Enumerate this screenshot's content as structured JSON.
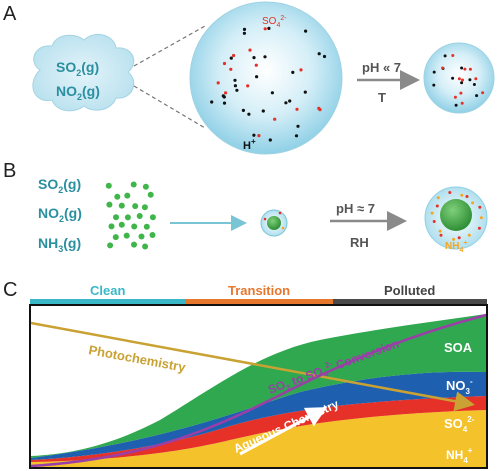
{
  "panel_a": {
    "label": "A",
    "gas_1_main": "SO",
    "gas_1_sub": "2",
    "gas_1_tail": "(g)",
    "gas_2_main": "NO",
    "gas_2_sub": "2",
    "gas_2_tail": "(g)",
    "sulfate_main": "SO",
    "sulfate_sub": "4",
    "sulfate_sup": "2-",
    "proton_main": "H",
    "proton_sup": "+",
    "arrow_top": "pH « 7",
    "arrow_bottom": "T"
  },
  "panel_b": {
    "label": "B",
    "gas_1_main": "SO",
    "gas_1_sub": "2",
    "gas_1_tail": "(g)",
    "gas_2_main": "NO",
    "gas_2_sub": "2",
    "gas_2_tail": "(g)",
    "gas_3_main": "NH",
    "gas_3_sub": "3",
    "gas_3_tail": "(g)",
    "arrow_top": "pH ≈ 7",
    "arrow_bottom": "RH",
    "ammonium_main": "NH",
    "ammonium_sub": "4",
    "ammonium_sup": "+"
  },
  "panel_c": {
    "label": "C",
    "stages": [
      {
        "label": "Clean",
        "color": "#3ab8c8"
      },
      {
        "label": "Transition",
        "color": "#e8772e"
      },
      {
        "label": "Polluted",
        "color": "#4a4a4a"
      }
    ],
    "photochemistry": "Photochemistry",
    "conversion_pre": "SO",
    "conversion_sub1": "2",
    "conversion_mid": " to SO",
    "conversion_sub2": "4",
    "conversion_sup": "2-",
    "conversion_post": " Conversion",
    "aqueous": "Aqueous Chemistry",
    "layers": [
      {
        "key": "soa",
        "main": "SOA",
        "sub": "",
        "sup": "",
        "color": "#2fa84f",
        "text_color": "#ffffff"
      },
      {
        "key": "no3",
        "main": "NO",
        "sub": "3",
        "sup": "-",
        "color": "#1f5fb0",
        "text_color": "#ffffff"
      },
      {
        "key": "so4",
        "main": "SO",
        "sub": "4",
        "sup": "2-",
        "color": "#e53128",
        "text_color": "#ffffff"
      },
      {
        "key": "nh4",
        "main": "NH",
        "sub": "4",
        "sup": "+",
        "color": "#f4c22b",
        "text_color": "#ffffff"
      }
    ],
    "colors": {
      "photo_line": "#c9a233",
      "conversion_line": "#9b3fa8",
      "panel_text": "#2a8fa0"
    }
  }
}
